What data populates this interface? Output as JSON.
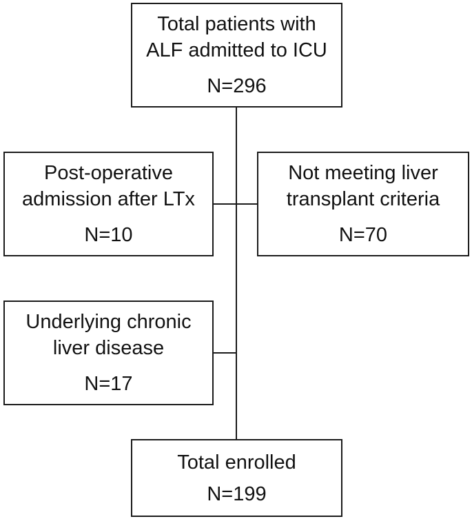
{
  "flowchart": {
    "top_box": {
      "label": "Total patients with\nALF admitted to ICU",
      "count": "N=296"
    },
    "exclusion_postop": {
      "label": "Post-operative\nadmission after LTx",
      "count": "N=10"
    },
    "exclusion_not_meeting": {
      "label": "Not meeting liver\ntransplant criteria",
      "count": "N=70"
    },
    "exclusion_chronic": {
      "label": "Underlying chronic\nliver disease",
      "count": "N=17"
    },
    "final_box": {
      "label": "Total enrolled",
      "count": "N=199"
    }
  }
}
